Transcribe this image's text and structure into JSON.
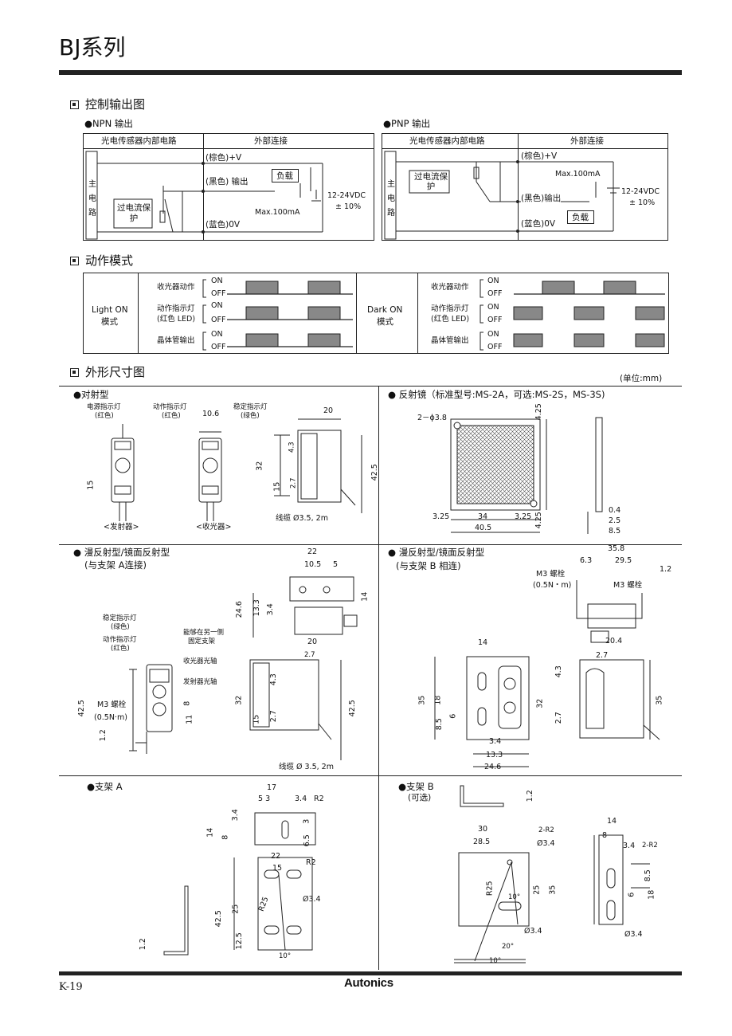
{
  "header": {
    "title": "BJ系列"
  },
  "control": {
    "title": "控制输出图",
    "npn": {
      "label": "●NPN 输出",
      "col_internal": "光电传感器内部电路",
      "col_external": "外部连接",
      "main_circuit": "主电路",
      "protect": "过电流保护",
      "brown": "(棕色)+V",
      "black": "(黑色) 输出",
      "blue": "(蓝色)0V",
      "load": "负载",
      "max_current": "Max.100mA",
      "voltage": "12-24VDC",
      "tolerance": "± 10%"
    },
    "pnp": {
      "label": "●PNP 输出",
      "col_internal": "光电传感器内部电路",
      "col_external": "外部连接",
      "main_circuit": "主电路",
      "protect": "过电流保护",
      "brown": "(棕色)+V",
      "black": "(黑色)输出",
      "blue": "(蓝色)0V",
      "load": "负载",
      "max_current": "Max.100mA",
      "voltage": "12-24VDC",
      "tolerance": "± 10%"
    }
  },
  "operation": {
    "title": "动作模式",
    "on": "ON",
    "off": "OFF",
    "light_on": {
      "mode": "Light ON",
      "mode2": "模式",
      "rows": [
        "收光器动作",
        "动作指示灯",
        "(红色 LED)",
        "晶体管输出"
      ]
    },
    "dark_on": {
      "mode": "Dark ON",
      "mode2": "模式",
      "rows": [
        "收光器动作",
        "动作指示灯",
        "(红色 LED)",
        "晶体管输出"
      ]
    }
  },
  "dimensions": {
    "title": "外形尺寸图",
    "unit": "(单位:mm)",
    "through_beam": {
      "label": "●对射型",
      "power_led": "电源指示灯",
      "power_led_color": "(红色)",
      "op_led": "动作指示灯",
      "op_led_color": "(红色)",
      "stab_led": "稳定指示灯",
      "stab_led_color": "(绿色)",
      "emitter": "<发射器>",
      "receiver": "<收光器>",
      "cable": "线缆 Ø3.5, 2m",
      "dims": [
        "10.6",
        "20",
        "4.3",
        "32",
        "15",
        "2.7",
        "15",
        "42.5"
      ]
    },
    "reflector": {
      "label": "● 反射镜（标准型号:MS-2A，可选:MS-2S，MS-3S)",
      "hole": "2－ϕ3.8",
      "dims": [
        "4.25",
        "3.25",
        "34",
        "3.25",
        "4.25",
        "40.5",
        "0.4",
        "2.5",
        "8.5"
      ]
    },
    "diffuse_a": {
      "label": "● 漫反射型/镜面反射型",
      "label2": "(与支架 A连接)",
      "stab_led": "稳定指示灯",
      "stab_led_color": "(绿色)",
      "op_led": "动作指示灯",
      "op_led_color": "(红色)",
      "mount": "能够在另一侧",
      "mount2": "固定支架",
      "rx_axis": "收光器光轴",
      "tx_axis": "发射器光轴",
      "screw": "M3 螺栓",
      "torque": "(0.5N·m)",
      "cable": "线缆 Ø 3.5, 2m",
      "dims": [
        "22",
        "10.5",
        "5",
        "24.6",
        "13.3",
        "3.4",
        "14",
        "20",
        "2.7",
        "4.3",
        "32",
        "15",
        "2.7",
        "42.5",
        "42.5",
        "8",
        "11",
        "1.2"
      ]
    },
    "diffuse_b": {
      "label": "● 漫反射型/镜面反射型",
      "label2": "(与支架 B 相连)",
      "screw": "M3 螺栓",
      "torque": "(0.5N・m)",
      "screw2": "M3 螺栓",
      "dims": [
        "35.8",
        "6.3",
        "29.5",
        "1.2",
        "20.4",
        "14",
        "2.7",
        "35",
        "18",
        "8.5",
        "6",
        "3.4",
        "13.3",
        "24.6",
        "4.3",
        "32",
        "2.7",
        "35"
      ]
    },
    "bracket_a": {
      "label": "●支架 A",
      "dims": [
        "17",
        "5 3",
        "3.4",
        "R2",
        "3.4",
        "14",
        "8",
        "3",
        "6.5",
        "22",
        "15",
        "R2",
        "Ø3.4",
        "42.5",
        "25",
        "12.5",
        "R25",
        "10°",
        "1.2"
      ]
    },
    "bracket_b": {
      "label": "●支架 B",
      "label2": "(可选)",
      "dims": [
        "1.2",
        "30",
        "28.5",
        "2-R2",
        "Ø3.4",
        "R25",
        "10°",
        "25",
        "35",
        "Ø3.4",
        "20°",
        "10°",
        "14",
        "8",
        "3.4",
        "2-R2",
        "8.5",
        "6",
        "18",
        "Ø3.4"
      ]
    }
  },
  "footer": {
    "page": "K-19",
    "brand": "Autonics"
  }
}
